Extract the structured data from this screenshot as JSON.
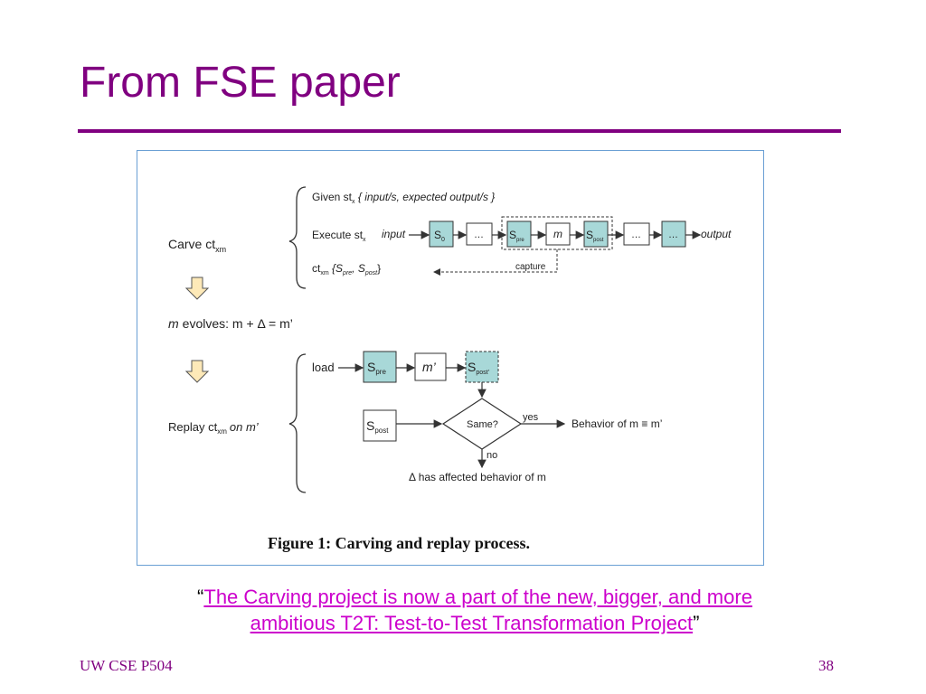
{
  "slide": {
    "title": "From FSE paper",
    "footer_left": "UW CSE P504",
    "page_number": "38"
  },
  "colors": {
    "accent": "#800080",
    "link": "#cc00cc",
    "box_fill": "#a8d8d8",
    "arrow_fill": "#fde9b8"
  },
  "figure": {
    "caption": "Figure 1: Carving and replay process.",
    "carve_label": "Carve ct",
    "carve_sub": "xm",
    "given_text": "Given st",
    "given_sub": "x",
    "given_rest": "{ input/s, expected output/s }",
    "execute_text": "Execute st",
    "execute_sub": "x",
    "input_label": "input",
    "output_label": "output",
    "s0": "S",
    "s0_sub": "0",
    "ellipsis": "…",
    "spre": "S",
    "spre_sub": "pre",
    "m": "m",
    "spost": "S",
    "spost_sub": "post",
    "ct_text": "ct",
    "ct_sub": "xm",
    "ct_rest": "{S",
    "ct_pre_sub": "pre",
    "ct_comma": ", S",
    "ct_post_sub": "post",
    "ct_close": "}",
    "capture": "capture",
    "evolves_m": "m",
    "evolves_text": "evolves: m + Δ = m’",
    "load": "load",
    "m_prime": "m’",
    "spost_prime_sub": "post’",
    "replay_text": "Replay ct",
    "replay_sub": "xm",
    "replay_rest": "on m’",
    "same": "Same?",
    "yes": "yes",
    "no": "no",
    "behavior": "Behavior of  m ≡ m’",
    "affected": "Δ has affected behavior of m"
  },
  "quote": {
    "open": "“",
    "link_line1": "The Carving project is now a part of the new, bigger, and more",
    "link_line2": "ambitious T2T: Test-to-Test Transformation Project",
    "close": "”"
  }
}
